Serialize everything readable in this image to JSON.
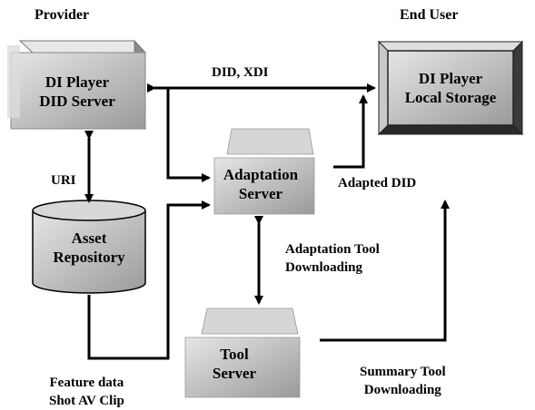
{
  "headers": {
    "provider": "Provider",
    "end_user": "End User"
  },
  "nodes": {
    "did_server": {
      "line1": "DI Player",
      "line2": "DID Server"
    },
    "local_storage": {
      "line1": "DI Player",
      "line2": "Local Storage"
    },
    "adaptation_server": {
      "line1": "Adaptation",
      "line2": "Server"
    },
    "asset_repository": {
      "line1": "Asset",
      "line2": "Repository"
    },
    "tool_server": {
      "line1": "Tool",
      "line2": "Server"
    }
  },
  "edges": {
    "did_xdi": "DID, XDI",
    "uri": "URI",
    "adapted_did": "Adapted DID",
    "adaptation_tool_l1": "Adaptation Tool",
    "adaptation_tool_l2": "Downloading",
    "summary_tool_l1": "Summary Tool",
    "summary_tool_l2": "Downloading",
    "feature_l1": "Feature data",
    "feature_l2": "Shot AV Clip"
  },
  "colors": {
    "line": "#000000",
    "box_fill": "#c8c8c8",
    "box_shadow": "#7a7a7a"
  }
}
